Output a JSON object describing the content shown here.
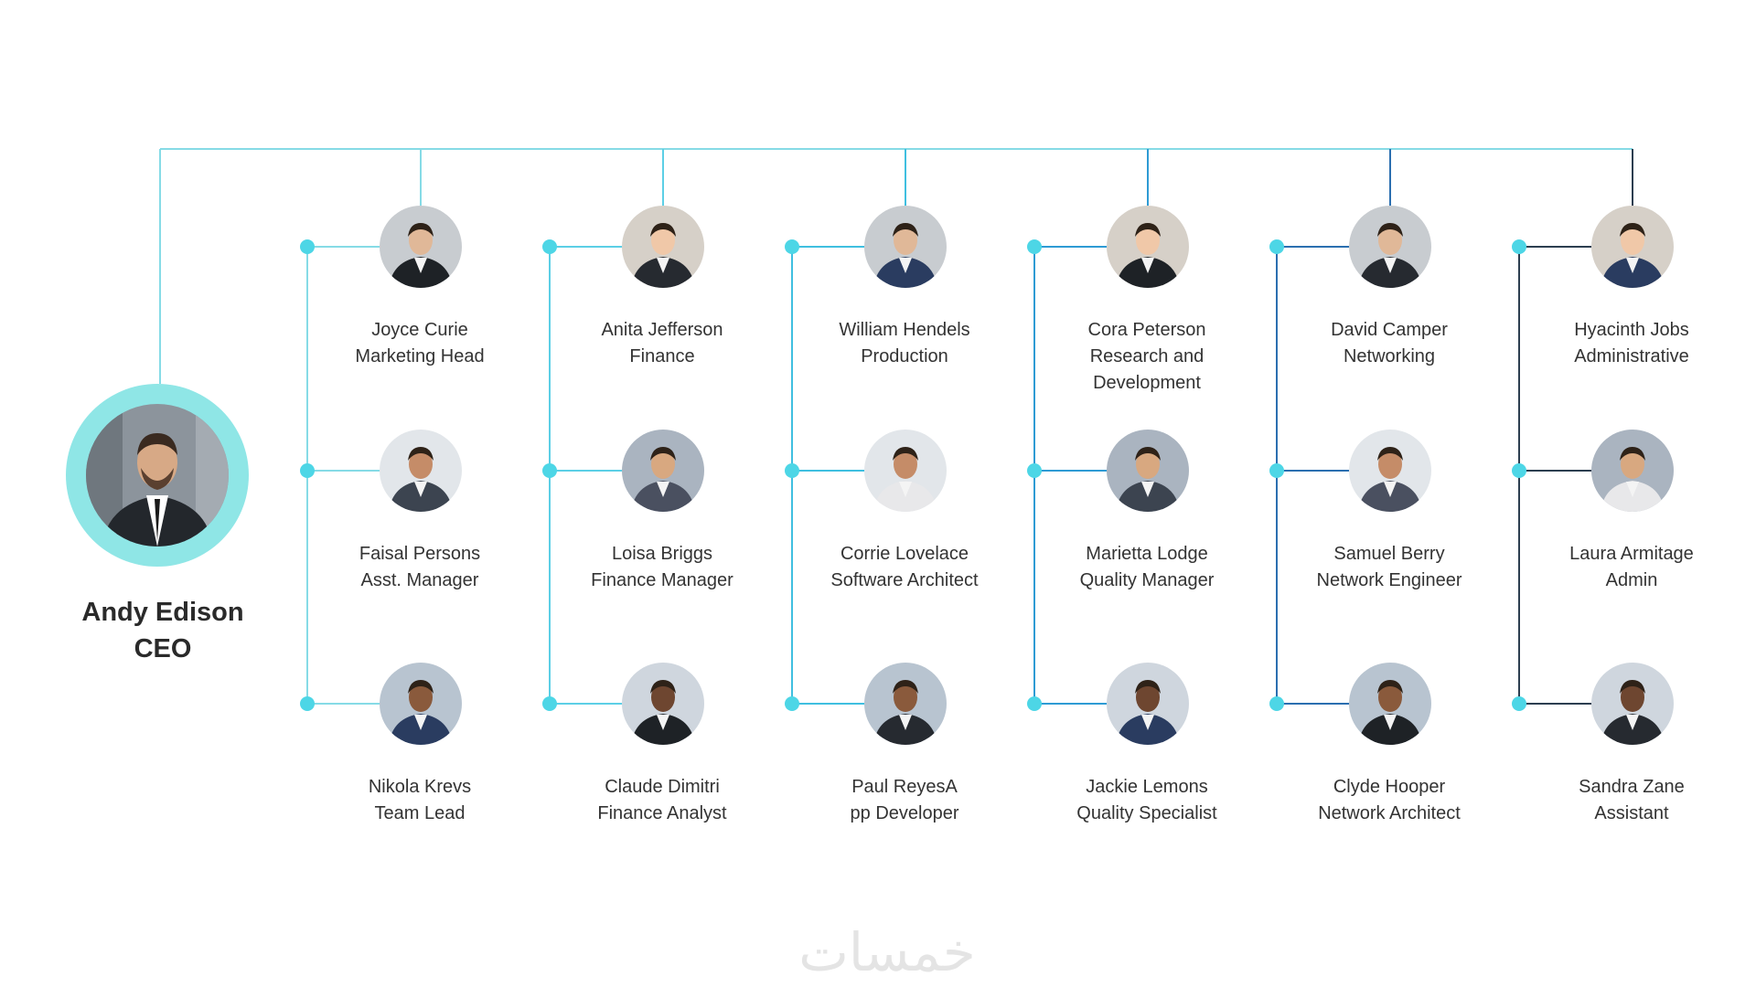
{
  "ceo": {
    "name": "Andy Edison",
    "title": "CEO"
  },
  "columns": [
    {
      "color": "#86dbe6",
      "members": [
        {
          "name": "Joyce Curie",
          "title": "Marketing Head"
        },
        {
          "name": "Faisal Persons",
          "title": "Asst. Manager"
        },
        {
          "name": "Nikola Krevs",
          "title": "Team Lead"
        }
      ]
    },
    {
      "color": "#5ccfe6",
      "members": [
        {
          "name": "Anita Jefferson",
          "title": "Finance"
        },
        {
          "name": "Loisa Briggs",
          "title": "Finance Manager"
        },
        {
          "name": "Claude Dimitri",
          "title": "Finance Analyst"
        }
      ]
    },
    {
      "color": "#3fbfe0",
      "members": [
        {
          "name": "William Hendels",
          "title": "Production"
        },
        {
          "name": "Corrie Lovelace",
          "title": "Software Architect"
        },
        {
          "name": "Paul ReyesA",
          "title": "pp Developer"
        }
      ]
    },
    {
      "color": "#2e9bd4",
      "members": [
        {
          "name": "Cora Peterson",
          "title": "Research and Development"
        },
        {
          "name": "Marietta Lodge",
          "title": "Quality Manager"
        },
        {
          "name": "Jackie Lemons",
          "title": "Quality Specialist"
        }
      ]
    },
    {
      "color": "#2b6fb0",
      "members": [
        {
          "name": "David Camper",
          "title": "Networking"
        },
        {
          "name": "Samuel Berry",
          "title": "Network Engineer"
        },
        {
          "name": "Clyde Hooper",
          "title": "Network Architect"
        }
      ]
    },
    {
      "color": "#2c3e50",
      "members": [
        {
          "name": "Hyacinth Jobs",
          "title": "Administrative"
        },
        {
          "name": "Laura Armitage",
          "title": "Admin"
        },
        {
          "name": "Sandra Zane",
          "title": "Assistant"
        }
      ]
    }
  ],
  "colors": {
    "ceo_ring": "#8fe6e6",
    "top_line": "#86dbe6",
    "dot": "#4dd6e6",
    "text": "#333333"
  },
  "watermark": "خمسات"
}
